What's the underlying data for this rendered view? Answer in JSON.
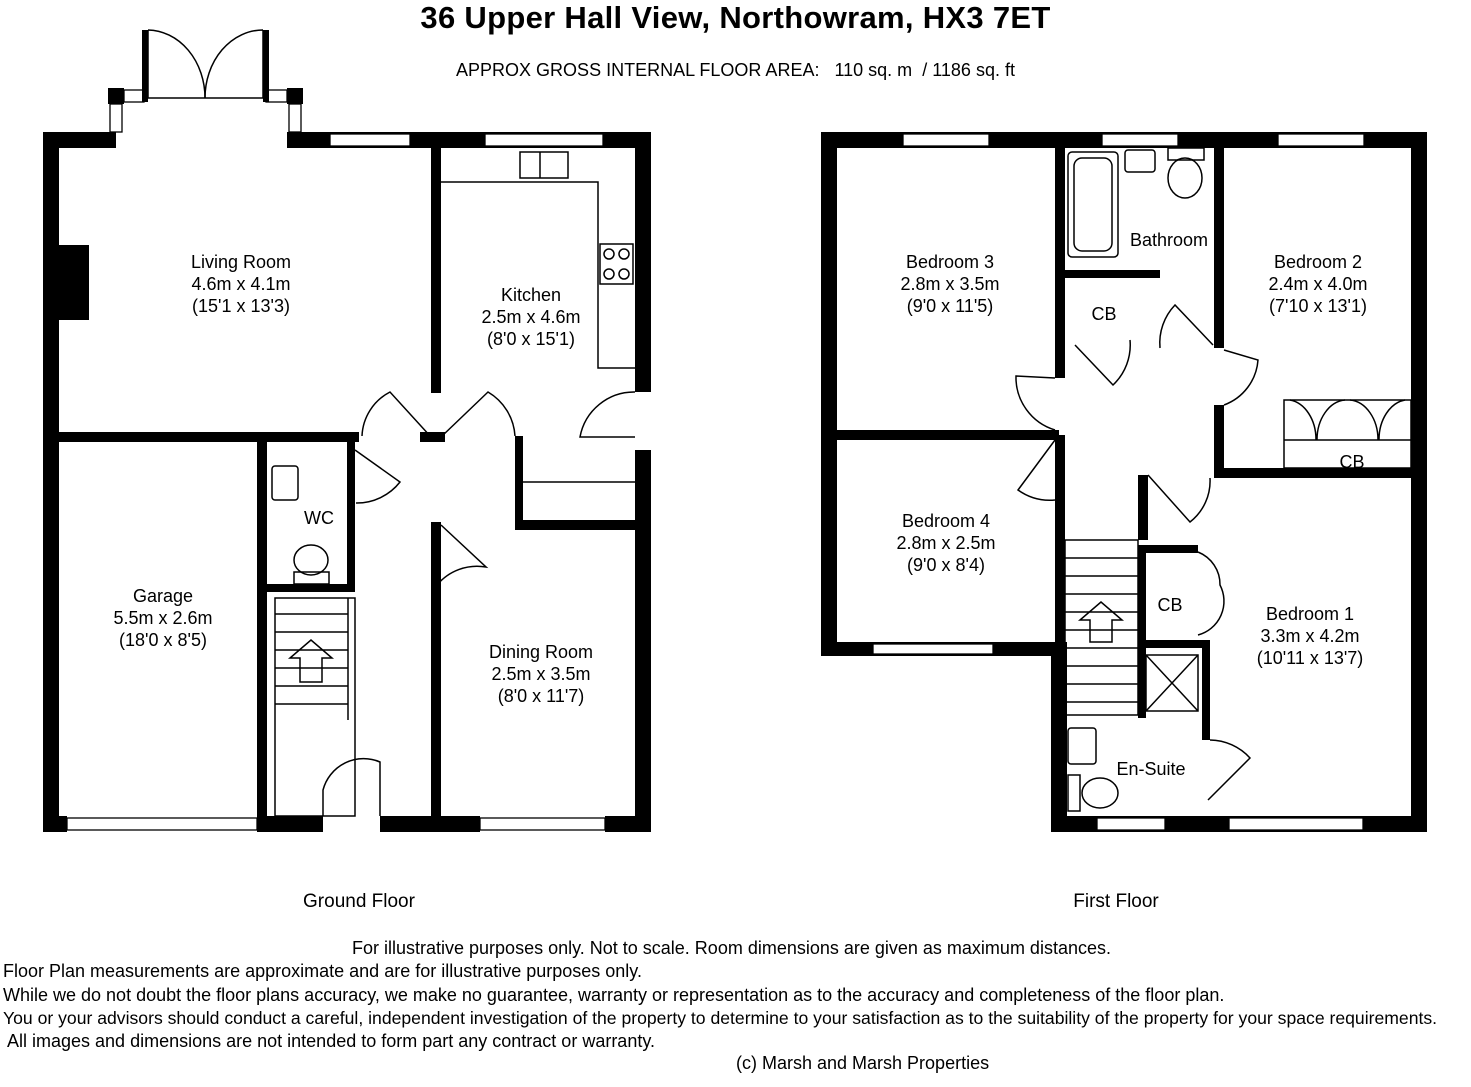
{
  "title": "36 Upper Hall View, Northowram, HX3 7ET",
  "floor_area": {
    "label": "APPROX GROSS INTERNAL FLOOR AREA:",
    "metric": "110 sq. m",
    "separator": "/",
    "imperial": "1186 sq. ft"
  },
  "ground_floor": {
    "label": "Ground Floor",
    "rooms": [
      {
        "name": "Living Room",
        "metric": "4.6m x 4.1m",
        "imperial": "(15'1 x 13'3)"
      },
      {
        "name": "Kitchen",
        "metric": "2.5m x 4.6m",
        "imperial": "(8'0 x 15'1)"
      },
      {
        "name": "Garage",
        "metric": "5.5m x 2.6m",
        "imperial": "(18'0 x 8'5)"
      },
      {
        "name": "WC"
      },
      {
        "name": "Dining Room",
        "metric": "2.5m x 3.5m",
        "imperial": "(8'0 x 11'7)"
      }
    ]
  },
  "first_floor": {
    "label": "First Floor",
    "rooms": [
      {
        "name": "Bedroom 3",
        "metric": "2.8m x 3.5m",
        "imperial": "(9'0 x 11'5)"
      },
      {
        "name": "Bathroom"
      },
      {
        "name": "Bedroom 2",
        "metric": "2.4m x 4.0m",
        "imperial": "(7'10 x 13'1)"
      },
      {
        "name": "CB"
      },
      {
        "name": "CB"
      },
      {
        "name": "Bedroom 4",
        "metric": "2.8m x 2.5m",
        "imperial": "(9'0 x 8'4)"
      },
      {
        "name": "CB"
      },
      {
        "name": "Bedroom 1",
        "metric": "3.3m x 4.2m",
        "imperial": "(10'11 x 13'7)"
      },
      {
        "name": "En-Suite"
      }
    ]
  },
  "disclaimer": [
    "For illustrative purposes only.  Not to scale.  Room dimensions are given as maximum distances.",
    "Floor Plan measurements are approximate and are for illustrative purposes only.",
    "While we do not doubt the floor plans accuracy, we make no guarantee, warranty or representation as to the accuracy and completeness of the floor plan.",
    "You or your advisors should conduct a careful, independent investigation of the property to determine to your satisfaction as to the suitability of the property for your space requirements.",
    " All images and dimensions are not intended to form part any contract or warranty.",
    "(c) Marsh and Marsh Properties"
  ]
}
